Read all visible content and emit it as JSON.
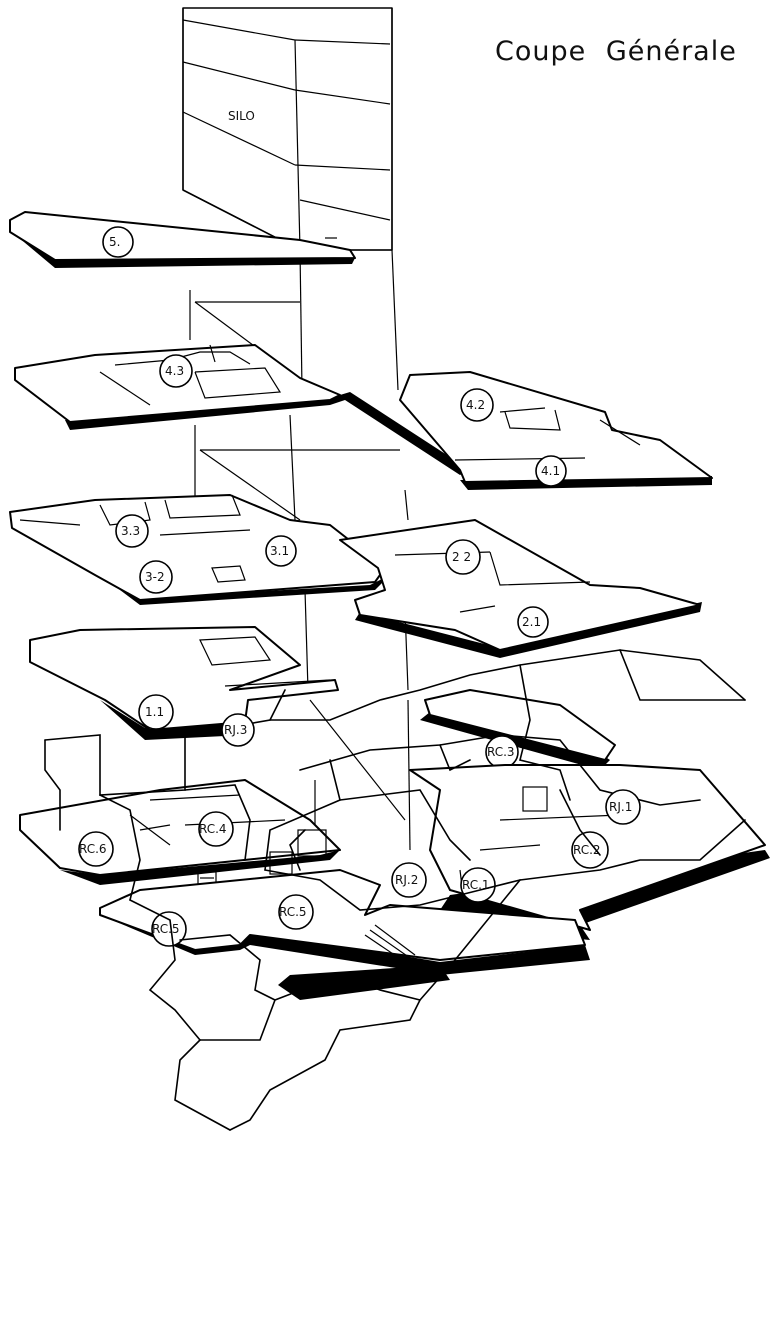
{
  "drawing": {
    "title": "Coupe Générale",
    "silo_label": "SILO",
    "labels": {
      "l5": "5.",
      "l43": "4.3",
      "l42": "4.2",
      "l41": "4.1",
      "l33": "3.3",
      "l32": "3-2",
      "l31": "3.1",
      "l22": "2 2",
      "l21": "2.1",
      "l11": "1.1",
      "rc3": "RC.3",
      "rc4": "RC.4",
      "rc6": "RC.6",
      "rc2": "RC.2",
      "rc1": "RC.1",
      "rc5a": "RC.5",
      "rc5b": "RC.5",
      "rj1": "RJ.1",
      "rj2": "RJ.2",
      "rj3": "RJ.3"
    }
  }
}
